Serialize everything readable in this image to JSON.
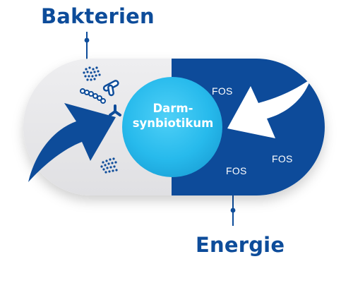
{
  "labels": {
    "top": "Bakterien",
    "bottom": "Energie"
  },
  "center": {
    "line1": "Darm-",
    "line2": "synbiotikum"
  },
  "fos_labels": [
    "FOS",
    "FOS",
    "FOS"
  ],
  "colors": {
    "dark_blue": "#0d4c9a",
    "light_blue": "#2ec1f0",
    "light_gray": "#e8e8ea",
    "white": "#ffffff"
  },
  "icons": [
    "bacteria-dots-icon",
    "bacteria-rod-icon",
    "bacteria-chain-icon",
    "bacteria-y-icon",
    "bacteria-cluster-icon"
  ]
}
